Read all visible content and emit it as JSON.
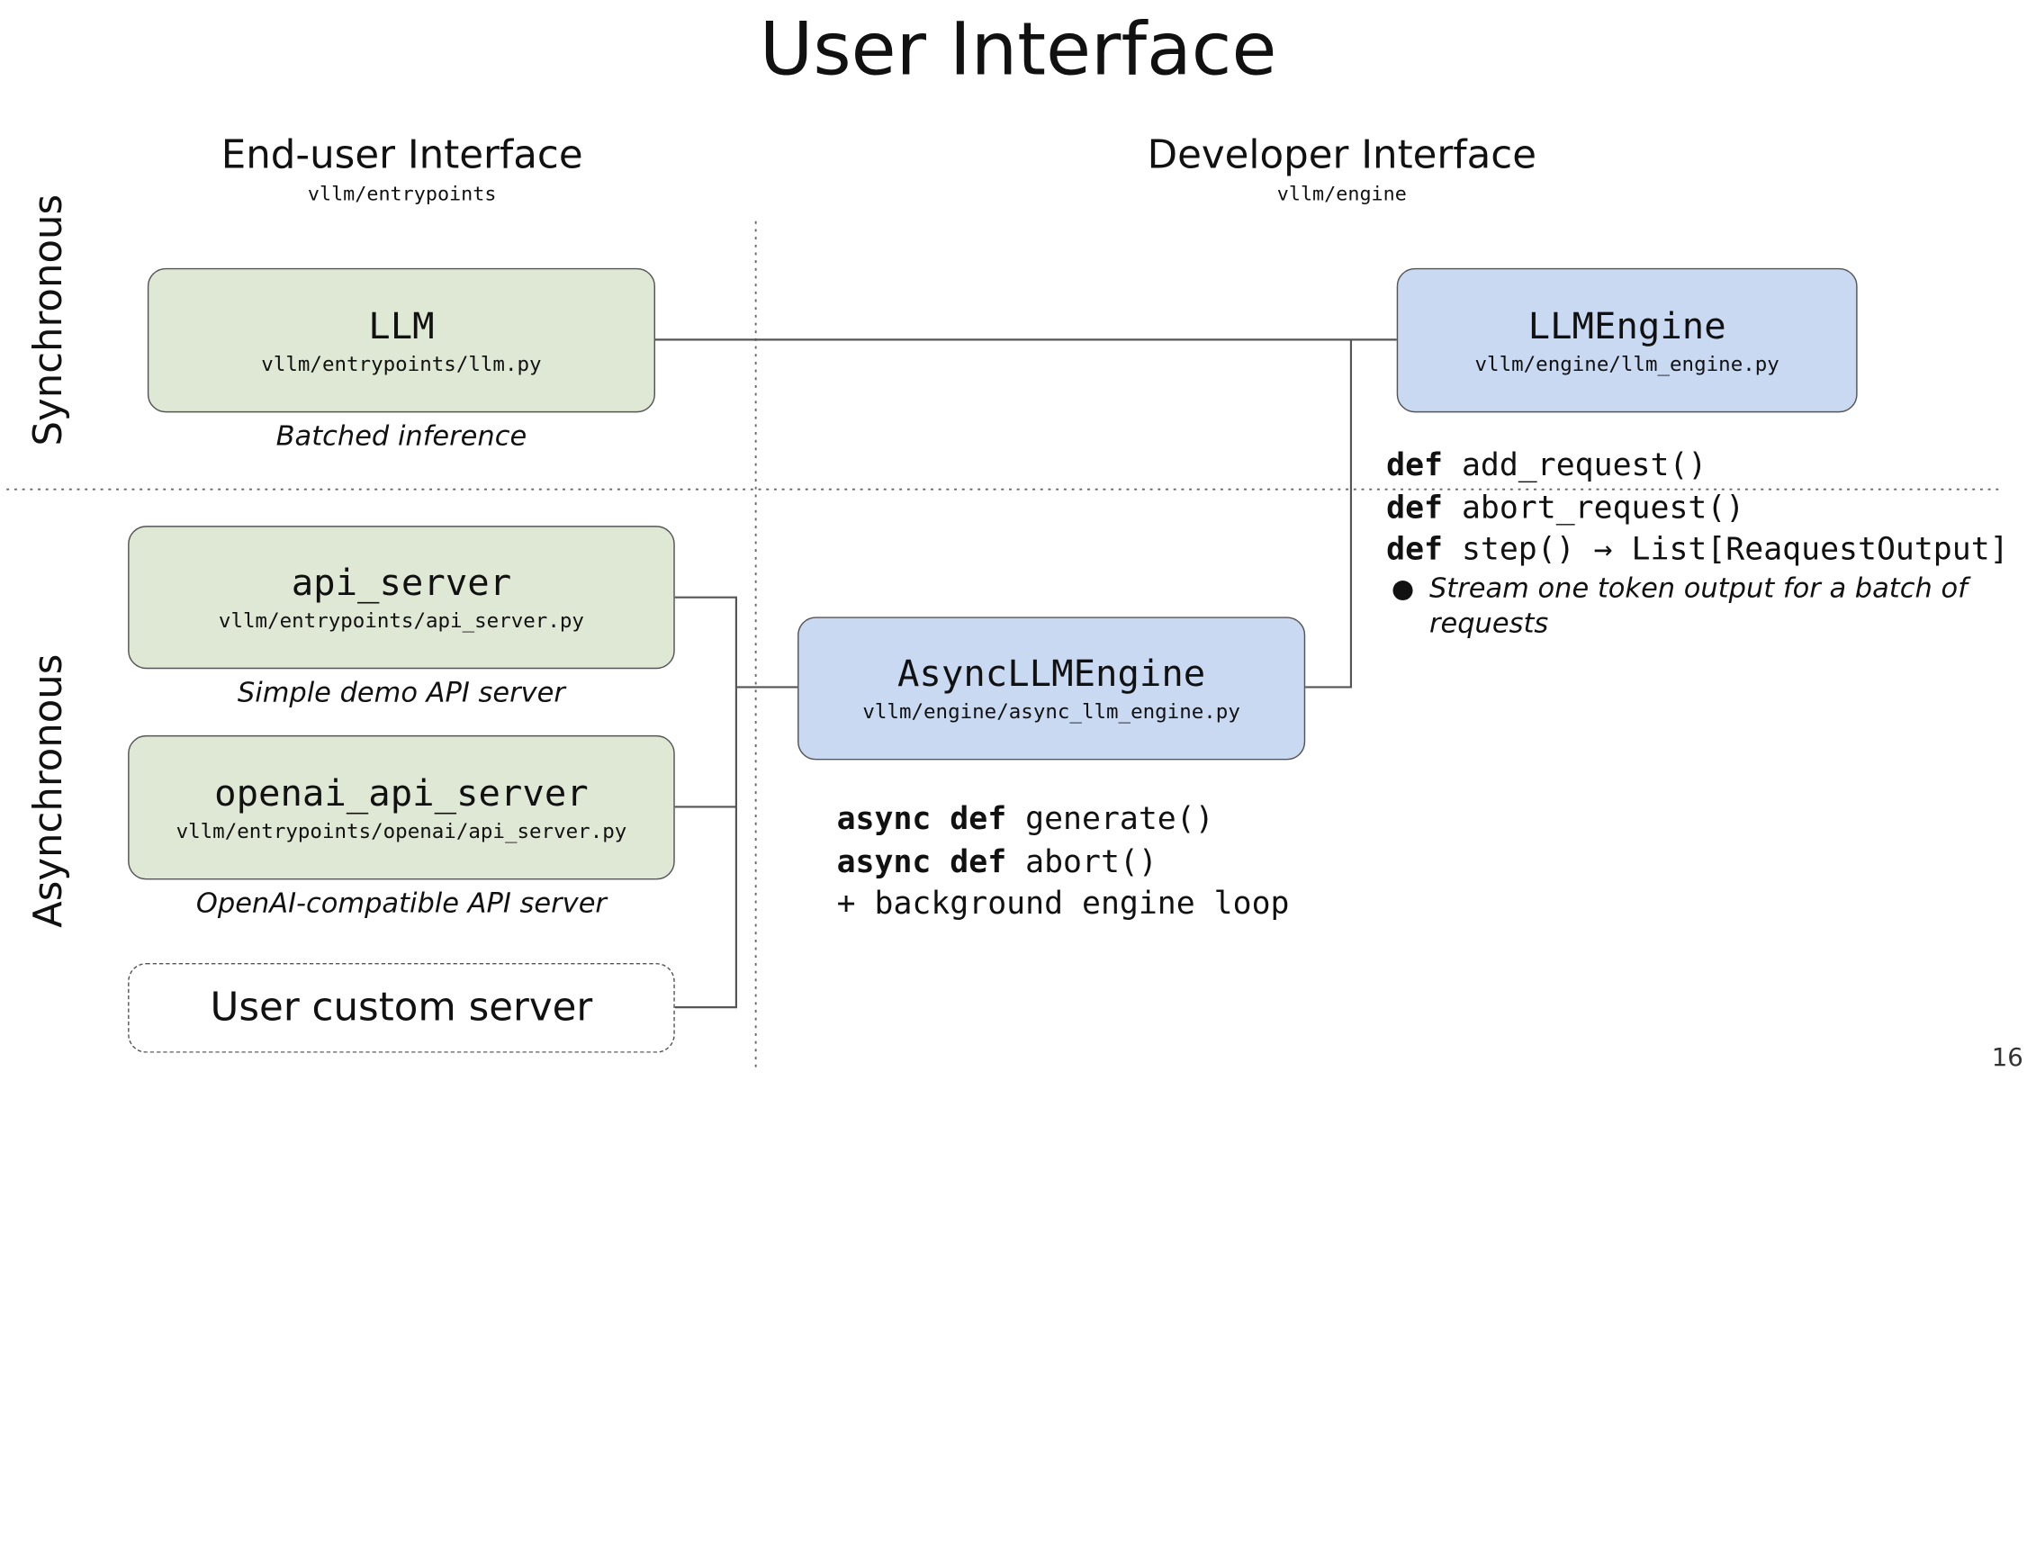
{
  "title": "User Interface",
  "columns": {
    "end_user": {
      "title": "End-user Interface",
      "path": "vllm/entrypoints"
    },
    "developer": {
      "title": "Developer Interface",
      "path": "vllm/engine"
    }
  },
  "rows": {
    "sync": "Synchronous",
    "async": "Asynchronous"
  },
  "boxes": {
    "llm": {
      "name": "LLM",
      "path": "vllm/entrypoints/llm.py",
      "caption": "Batched inference"
    },
    "api_server": {
      "name": "api_server",
      "path": "vllm/entrypoints/api_server.py",
      "caption": "Simple demo API server"
    },
    "openai_api_server": {
      "name": "openai_api_server",
      "path": "vllm/entrypoints/openai/api_server.py",
      "caption": "OpenAI-compatible API server"
    },
    "custom_server": {
      "name": "User custom server"
    },
    "llm_engine": {
      "name": "LLMEngine",
      "path": "vllm/engine/llm_engine.py"
    },
    "async_llm_engine": {
      "name": "AsyncLLMEngine",
      "path": "vllm/engine/async_llm_engine.py"
    }
  },
  "llm_engine_api": {
    "lines": [
      {
        "kw": "def",
        "rest": " add_request()"
      },
      {
        "kw": "def",
        "rest": " abort_request()"
      },
      {
        "kw": "def",
        "rest": " step() → List[ReaquestOutput]"
      }
    ],
    "bullet": "Stream one token output for a batch of requests"
  },
  "async_engine_api": {
    "lines": [
      {
        "kw": "async def",
        "rest": " generate()"
      },
      {
        "kw": "async def",
        "rest": " abort()"
      },
      {
        "kw": "",
        "rest": "+ background engine loop"
      }
    ]
  },
  "page_number": "16",
  "colors": {
    "end_user_box": "#dfe8d5",
    "developer_box": "#c9d9f2",
    "box_border": "#555555",
    "connector": "#555555"
  }
}
